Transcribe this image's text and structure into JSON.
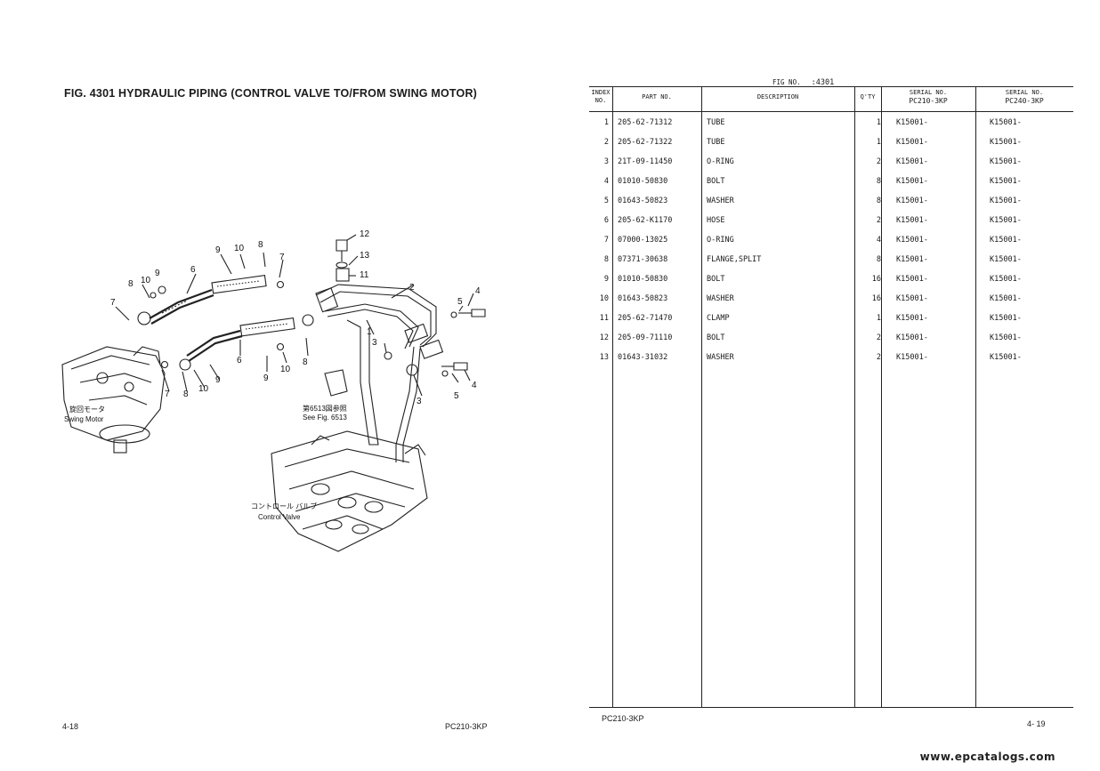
{
  "left_page": {
    "figure_title": "FIG. 4301 HYDRAULIC PIPING (CONTROL VALVE TO/FROM SWING MOTOR)",
    "labels": {
      "swing_motor_jp": "旋回モータ",
      "swing_motor": "Swing Motor",
      "control_valve_jp": "コントロール バルブ",
      "control_valve": "Control Valve",
      "see_fig_jp": "第6513図参照",
      "see_fig": "See Fig. 6513"
    },
    "callouts": [
      "1",
      "2",
      "3",
      "3",
      "4",
      "4",
      "5",
      "5",
      "6",
      "6",
      "7",
      "7",
      "7",
      "8",
      "8",
      "8",
      "8",
      "9",
      "9",
      "9",
      "10",
      "10",
      "10",
      "10",
      "11",
      "12",
      "13"
    ],
    "page_number": "4-18",
    "model": "PC210-3KP"
  },
  "right_page": {
    "fig_no_label": "FIG NO.",
    "fig_no_value": ":4301",
    "headers": {
      "index": "INDEX",
      "index_no": "NO.",
      "part_no": "PART NO.",
      "description": "DESCRIPTION",
      "qty": "Q'TY",
      "serial1": "SERIAL NO.",
      "serial1_model": "PC210-3KP",
      "serial2": "SERIAL NO.",
      "serial2_model": "PC240-3KP"
    },
    "rows": [
      {
        "index": "1",
        "part_no": "205-62-71312",
        "description": "TUBE",
        "qty": "1",
        "serial1": "K15001-",
        "serial2": "K15001-"
      },
      {
        "index": "2",
        "part_no": "205-62-71322",
        "description": "TUBE",
        "qty": "1",
        "serial1": "K15001-",
        "serial2": "K15001-"
      },
      {
        "index": "3",
        "part_no": "21T-09-11450",
        "description": "O-RING",
        "qty": "2",
        "serial1": "K15001-",
        "serial2": "K15001-"
      },
      {
        "index": "4",
        "part_no": "01010-50830",
        "description": "BOLT",
        "qty": "8",
        "serial1": "K15001-",
        "serial2": "K15001-"
      },
      {
        "index": "5",
        "part_no": "01643-50823",
        "description": "WASHER",
        "qty": "8",
        "serial1": "K15001-",
        "serial2": "K15001-"
      },
      {
        "index": "6",
        "part_no": "205-62-K1170",
        "description": "HOSE",
        "qty": "2",
        "serial1": "K15001-",
        "serial2": "K15001-"
      },
      {
        "index": "7",
        "part_no": "07000-13025",
        "description": "O-RING",
        "qty": "4",
        "serial1": "K15001-",
        "serial2": "K15001-"
      },
      {
        "index": "8",
        "part_no": "07371-30638",
        "description": "FLANGE,SPLIT",
        "qty": "8",
        "serial1": "K15001-",
        "serial2": "K15001-"
      },
      {
        "index": "9",
        "part_no": "01010-50830",
        "description": "BOLT",
        "qty": "16",
        "serial1": "K15001-",
        "serial2": "K15001-"
      },
      {
        "index": "10",
        "part_no": "01643-50823",
        "description": "WASHER",
        "qty": "16",
        "serial1": "K15001-",
        "serial2": "K15001-"
      },
      {
        "index": "11",
        "part_no": "205-62-71470",
        "description": "CLAMP",
        "qty": "1",
        "serial1": "K15001-",
        "serial2": "K15001-"
      },
      {
        "index": "12",
        "part_no": "205-09-71110",
        "description": "BOLT",
        "qty": "2",
        "serial1": "K15001-",
        "serial2": "K15001-"
      },
      {
        "index": "13",
        "part_no": "01643-31032",
        "description": "WASHER",
        "qty": "2",
        "serial1": "K15001-",
        "serial2": "K15001-"
      }
    ],
    "model": "PC210-3KP",
    "page_number": "4- 19"
  },
  "watermark": "www.epcatalogs.com"
}
